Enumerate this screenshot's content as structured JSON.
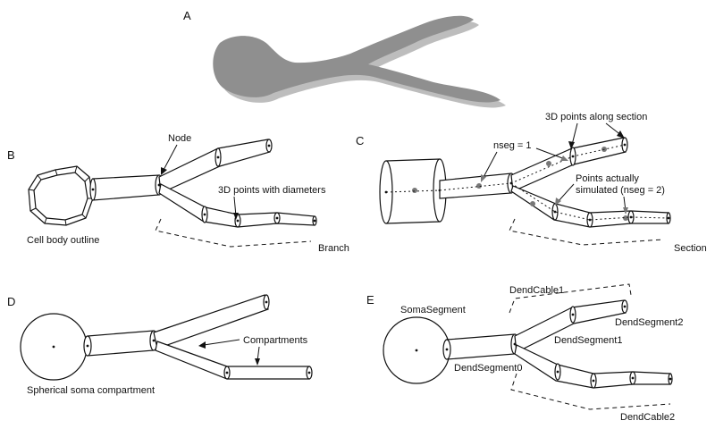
{
  "panels": {
    "a": {
      "letter": "A"
    },
    "b": {
      "letter": "B",
      "node_label": "Node",
      "points_label": "3D points with diameters",
      "cell_body_label": "Cell body outline",
      "branch_label": "Branch"
    },
    "c": {
      "letter": "C",
      "points_along_label": "3D points along section",
      "nseg1_label": "nseg = 1",
      "simulated_label_line1": "Points actually",
      "simulated_label_line2": "simulated (nseg = 2)",
      "section_label": "Section"
    },
    "d": {
      "letter": "D",
      "compartments_label": "Compartments",
      "soma_label": "Spherical soma compartment"
    },
    "e": {
      "letter": "E",
      "soma_segment_label": "SomaSegment",
      "dend_cable1_label": "DendCable1",
      "dend_segment2_label": "DendSegment2",
      "dend_segment1_label": "DendSegment1",
      "dend_segment0_label": "DendSegment0",
      "dend_cable2_label": "DendCable2"
    }
  },
  "colors": {
    "ink": "#111111",
    "silhouette": "#8f8f8f",
    "silhouette_shadow": "#bdbdbd",
    "marker_gray": "#777777"
  }
}
